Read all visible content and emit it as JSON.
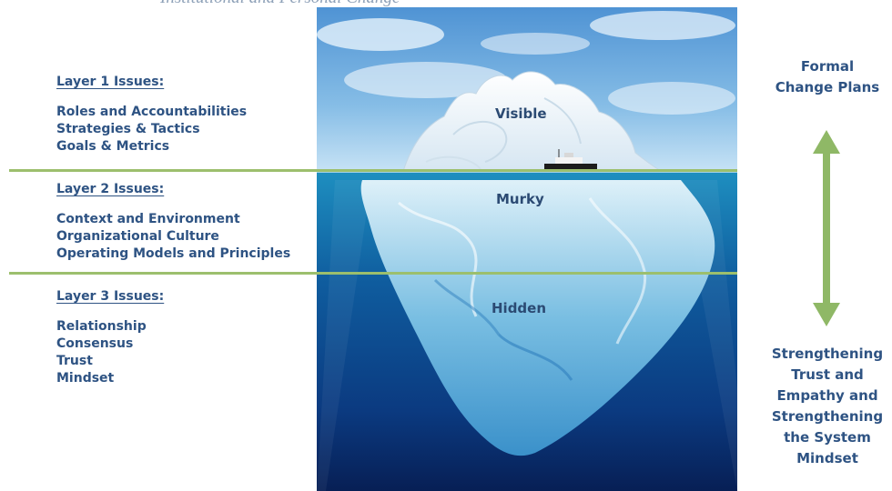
{
  "top_caption": "Institutional and Personal Change",
  "layers": [
    {
      "title": "Layer 1 Issues:",
      "items": [
        "Roles and Accountabilities",
        "Strategies & Tactics",
        "Goals & Metrics"
      ]
    },
    {
      "title": "Layer 2 Issues:",
      "items": [
        "Context and Environment",
        "Organizational Culture",
        "Operating Models and Principles"
      ]
    },
    {
      "title": "Layer 3 Issues:",
      "items": [
        "Relationship",
        "Consensus",
        "Trust",
        "Mindset"
      ]
    }
  ],
  "zones": [
    "Visible",
    "Murky",
    "Hidden"
  ],
  "right_top": [
    "Formal",
    "Change Plans"
  ],
  "right_bottom": [
    "Strengthening",
    "Trust and",
    "Empathy and",
    "Strengthening",
    "the System",
    "Mindset"
  ],
  "colors": {
    "text_blue": "#2e5383",
    "divider_green": "#9cbf6d",
    "arrow_green": "#8fb866",
    "sky": "#7fb6e3",
    "water_deep": "#0b2f72"
  }
}
